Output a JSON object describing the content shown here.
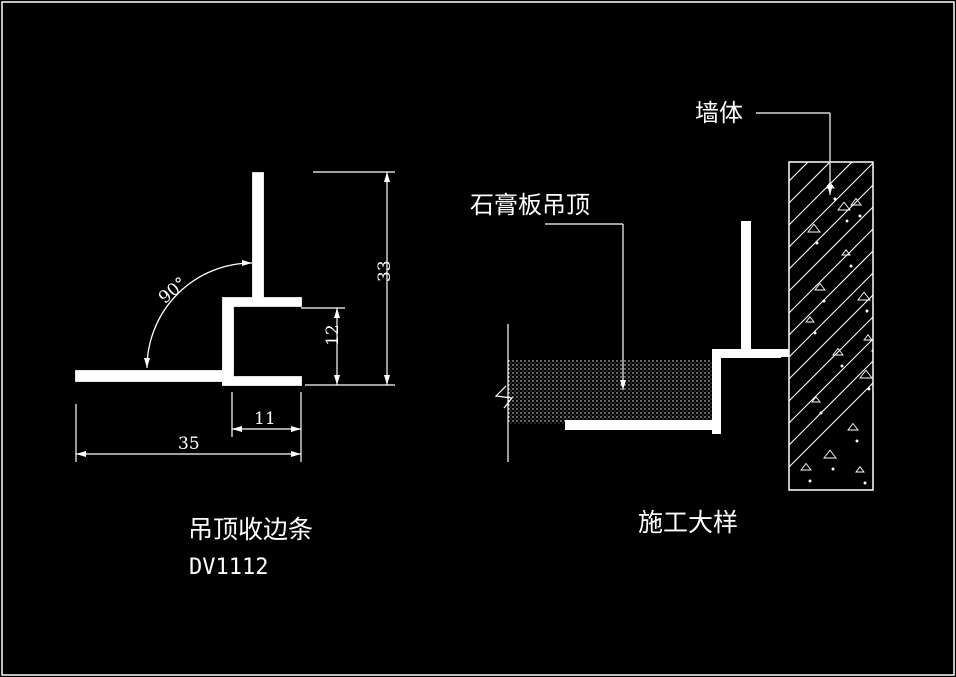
{
  "left_detail": {
    "angle_label": "90°",
    "dim_33": "33",
    "dim_12": "12",
    "dim_11": "11",
    "dim_35": "35",
    "title": "吊顶收边条",
    "code": "DV1112"
  },
  "right_detail": {
    "wall_label": "墙体",
    "board_label": "石膏板吊顶",
    "title": "施工大样"
  },
  "colors": {
    "background": "#000000",
    "line": "#ffffff"
  }
}
